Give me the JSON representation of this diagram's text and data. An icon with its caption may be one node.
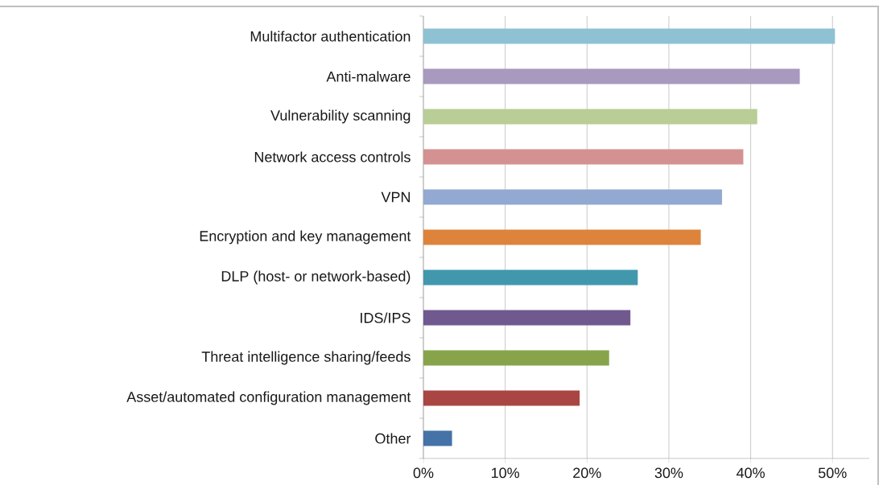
{
  "diagram": {
    "chart_data": {
      "type": "bar",
      "orientation": "horizontal",
      "categories": [
        "Multifactor authentication",
        "Anti-malware",
        "Vulnerability scanning",
        "Network access controls",
        "VPN",
        "Encryption and key management",
        "DLP (host- or network-based)",
        "IDS/IPS",
        "Threat intelligence sharing/feeds",
        "Asset/automated configuration management",
        "Other"
      ],
      "series": [
        {
          "color": "#8fc1d5",
          "values": [
            50.3,
            null,
            null,
            null,
            null,
            null,
            null,
            null,
            null,
            null,
            null
          ]
        },
        {
          "color": "#a899be",
          "values": [
            null,
            46.0,
            null,
            null,
            null,
            null,
            null,
            null,
            null,
            null,
            null
          ]
        },
        {
          "color": "#b9cd96",
          "values": [
            null,
            null,
            40.8,
            null,
            null,
            null,
            null,
            null,
            null,
            null,
            null
          ]
        },
        {
          "color": "#d39291",
          "values": [
            null,
            null,
            null,
            39.1,
            null,
            null,
            null,
            null,
            null,
            null,
            null
          ]
        },
        {
          "color": "#92a9d1",
          "values": [
            null,
            null,
            null,
            null,
            36.5,
            null,
            null,
            null,
            null,
            null,
            null
          ]
        },
        {
          "color": "#de833b",
          "values": [
            null,
            null,
            null,
            null,
            null,
            33.9,
            null,
            null,
            null,
            null,
            null
          ]
        },
        {
          "color": "#4198ad",
          "values": [
            null,
            null,
            null,
            null,
            null,
            null,
            26.2,
            null,
            null,
            null,
            null
          ]
        },
        {
          "color": "#70598f",
          "values": [
            null,
            null,
            null,
            null,
            null,
            null,
            null,
            25.3,
            null,
            null,
            null
          ]
        },
        {
          "color": "#87a44b",
          "values": [
            null,
            null,
            null,
            null,
            null,
            null,
            null,
            null,
            22.7,
            null,
            null
          ]
        },
        {
          "color": "#a94643",
          "values": [
            null,
            null,
            null,
            null,
            null,
            null,
            null,
            null,
            null,
            19.1,
            null
          ]
        },
        {
          "color": "#4572a7",
          "values": [
            null,
            null,
            null,
            null,
            null,
            null,
            null,
            null,
            null,
            null,
            3.5
          ]
        }
      ],
      "xlim": [
        0,
        54.5
      ],
      "grid": true,
      "xticks": [
        {
          "value": 0,
          "label": "0%"
        },
        {
          "value": 10,
          "label": "10%"
        },
        {
          "value": 20,
          "label": "20%"
        },
        {
          "value": 30,
          "label": "30%"
        },
        {
          "value": 40,
          "label": "40%"
        },
        {
          "value": 50,
          "label": "50%"
        }
      ]
    }
  }
}
